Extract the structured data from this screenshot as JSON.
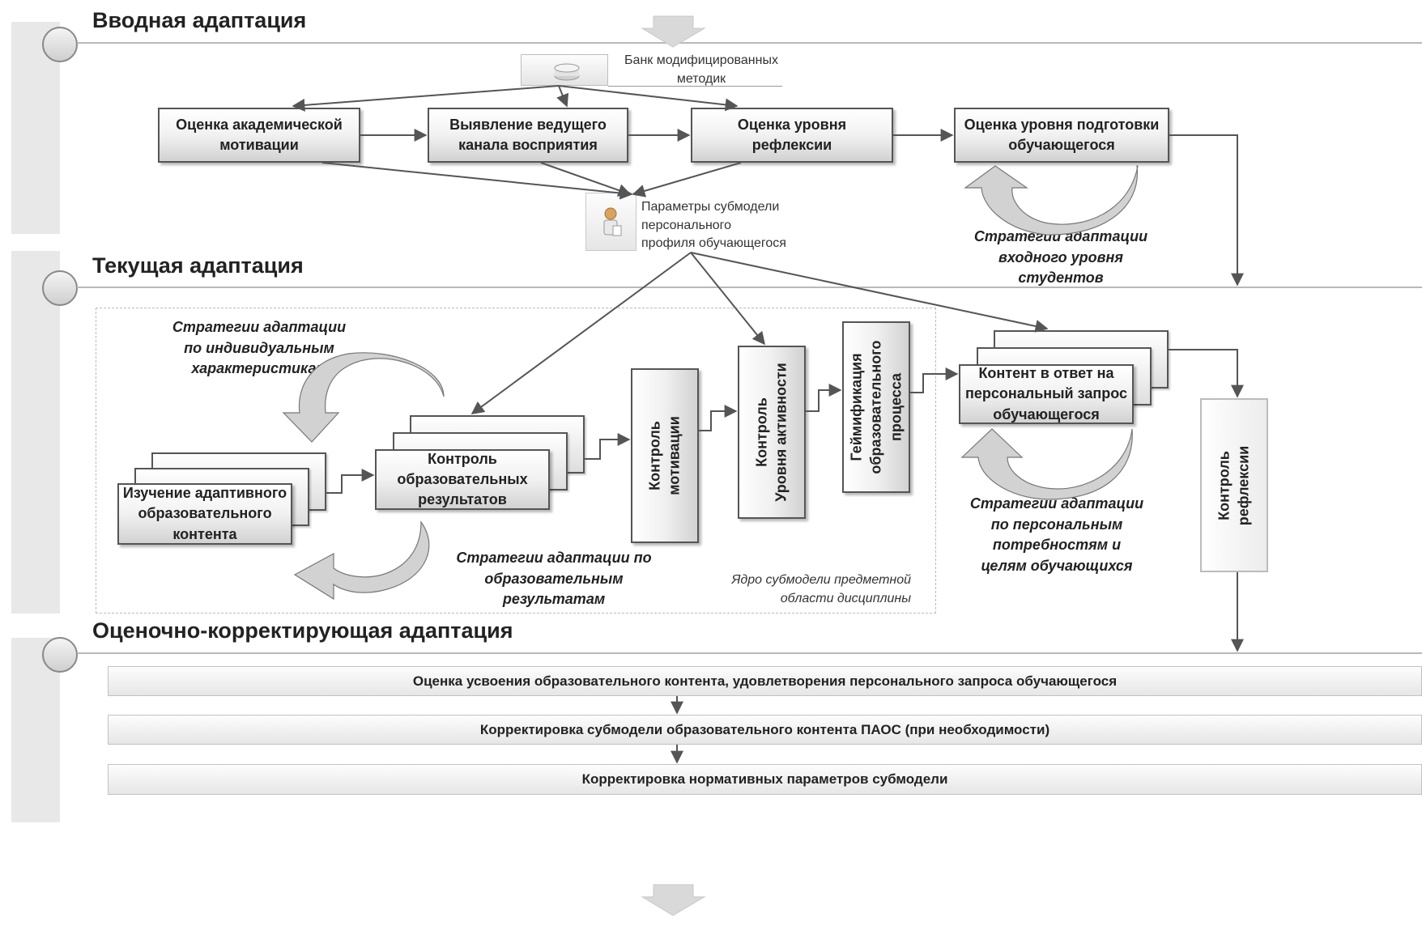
{
  "sections": {
    "intro": {
      "title": "Вводная адаптация"
    },
    "current": {
      "title": "Текущая адаптация"
    },
    "evaluation": {
      "title": "Оценочно-корректирующая адаптация"
    }
  },
  "intro": {
    "bank_label_line1": "Банк модифицированных",
    "bank_label_line2": "методик",
    "boxes": [
      {
        "line1": "Оценка академической",
        "line2": "мотивации"
      },
      {
        "line1": "Выявление ведущего",
        "line2": "канала восприятия"
      },
      {
        "line1": "Оценка уровня",
        "line2": "рефлексии"
      },
      {
        "line1": "Оценка уровня подготовки",
        "line2": "обучающегося"
      }
    ],
    "params_line1": "Параметры субмодели",
    "params_line2": "персонального",
    "params_line3": "профиля обучающегося",
    "strategy_line1": "Стратегии адаптации",
    "strategy_line2": "входного уровня",
    "strategy_line3": "студентов"
  },
  "current": {
    "study_line1": "Изучение адаптивного",
    "study_line2": "образовательного",
    "study_line3": "контента",
    "control_results_line1": "Контроль",
    "control_results_line2": "образовательных",
    "control_results_line3": "результатов",
    "control_motivation_line1": "Контроль",
    "control_motivation_line2": "мотивации",
    "control_activity_line1": "Контроль",
    "control_activity_line2": "Уровня активности",
    "gamification_line1": "Геймификация",
    "gamification_line2": "образовательного",
    "gamification_line3": "процесса",
    "content_line1": "Контент в ответ на",
    "content_line2": "персональный запрос",
    "content_line3": "обучающегося",
    "control_reflexion_line1": "Контроль",
    "control_reflexion_line2": "рефлексии",
    "strat_individual_line1": "Стратегии адаптации",
    "strat_individual_line2": "по индивидуальным",
    "strat_individual_line3": "характеристикам",
    "strat_results_line1": "Стратегии адаптации по",
    "strat_results_line2": "образовательным",
    "strat_results_line3": "результатам",
    "strat_personal_line1": "Стратегии адаптации",
    "strat_personal_line2": "по персональным",
    "strat_personal_line3": "потребностям и",
    "strat_personal_line4": "целям обучающихся",
    "core_line1": "Ядро субмодели предметной",
    "core_line2": "области дисциплины"
  },
  "evaluation": {
    "step1": "Оценка усвоения образовательного контента, удовлетворения персонального запроса обучающегося",
    "step2": "Корректировка субмодели образовательного контента ПАОС (при необходимости)",
    "step3": "Корректировка нормативных параметров субмодели"
  },
  "colors": {
    "line": "#555555",
    "band": "#e8e8e8",
    "arrow_fill": "#d9d9d9"
  },
  "icons": {
    "bank": "database-icon",
    "params": "user-profile-icon"
  }
}
